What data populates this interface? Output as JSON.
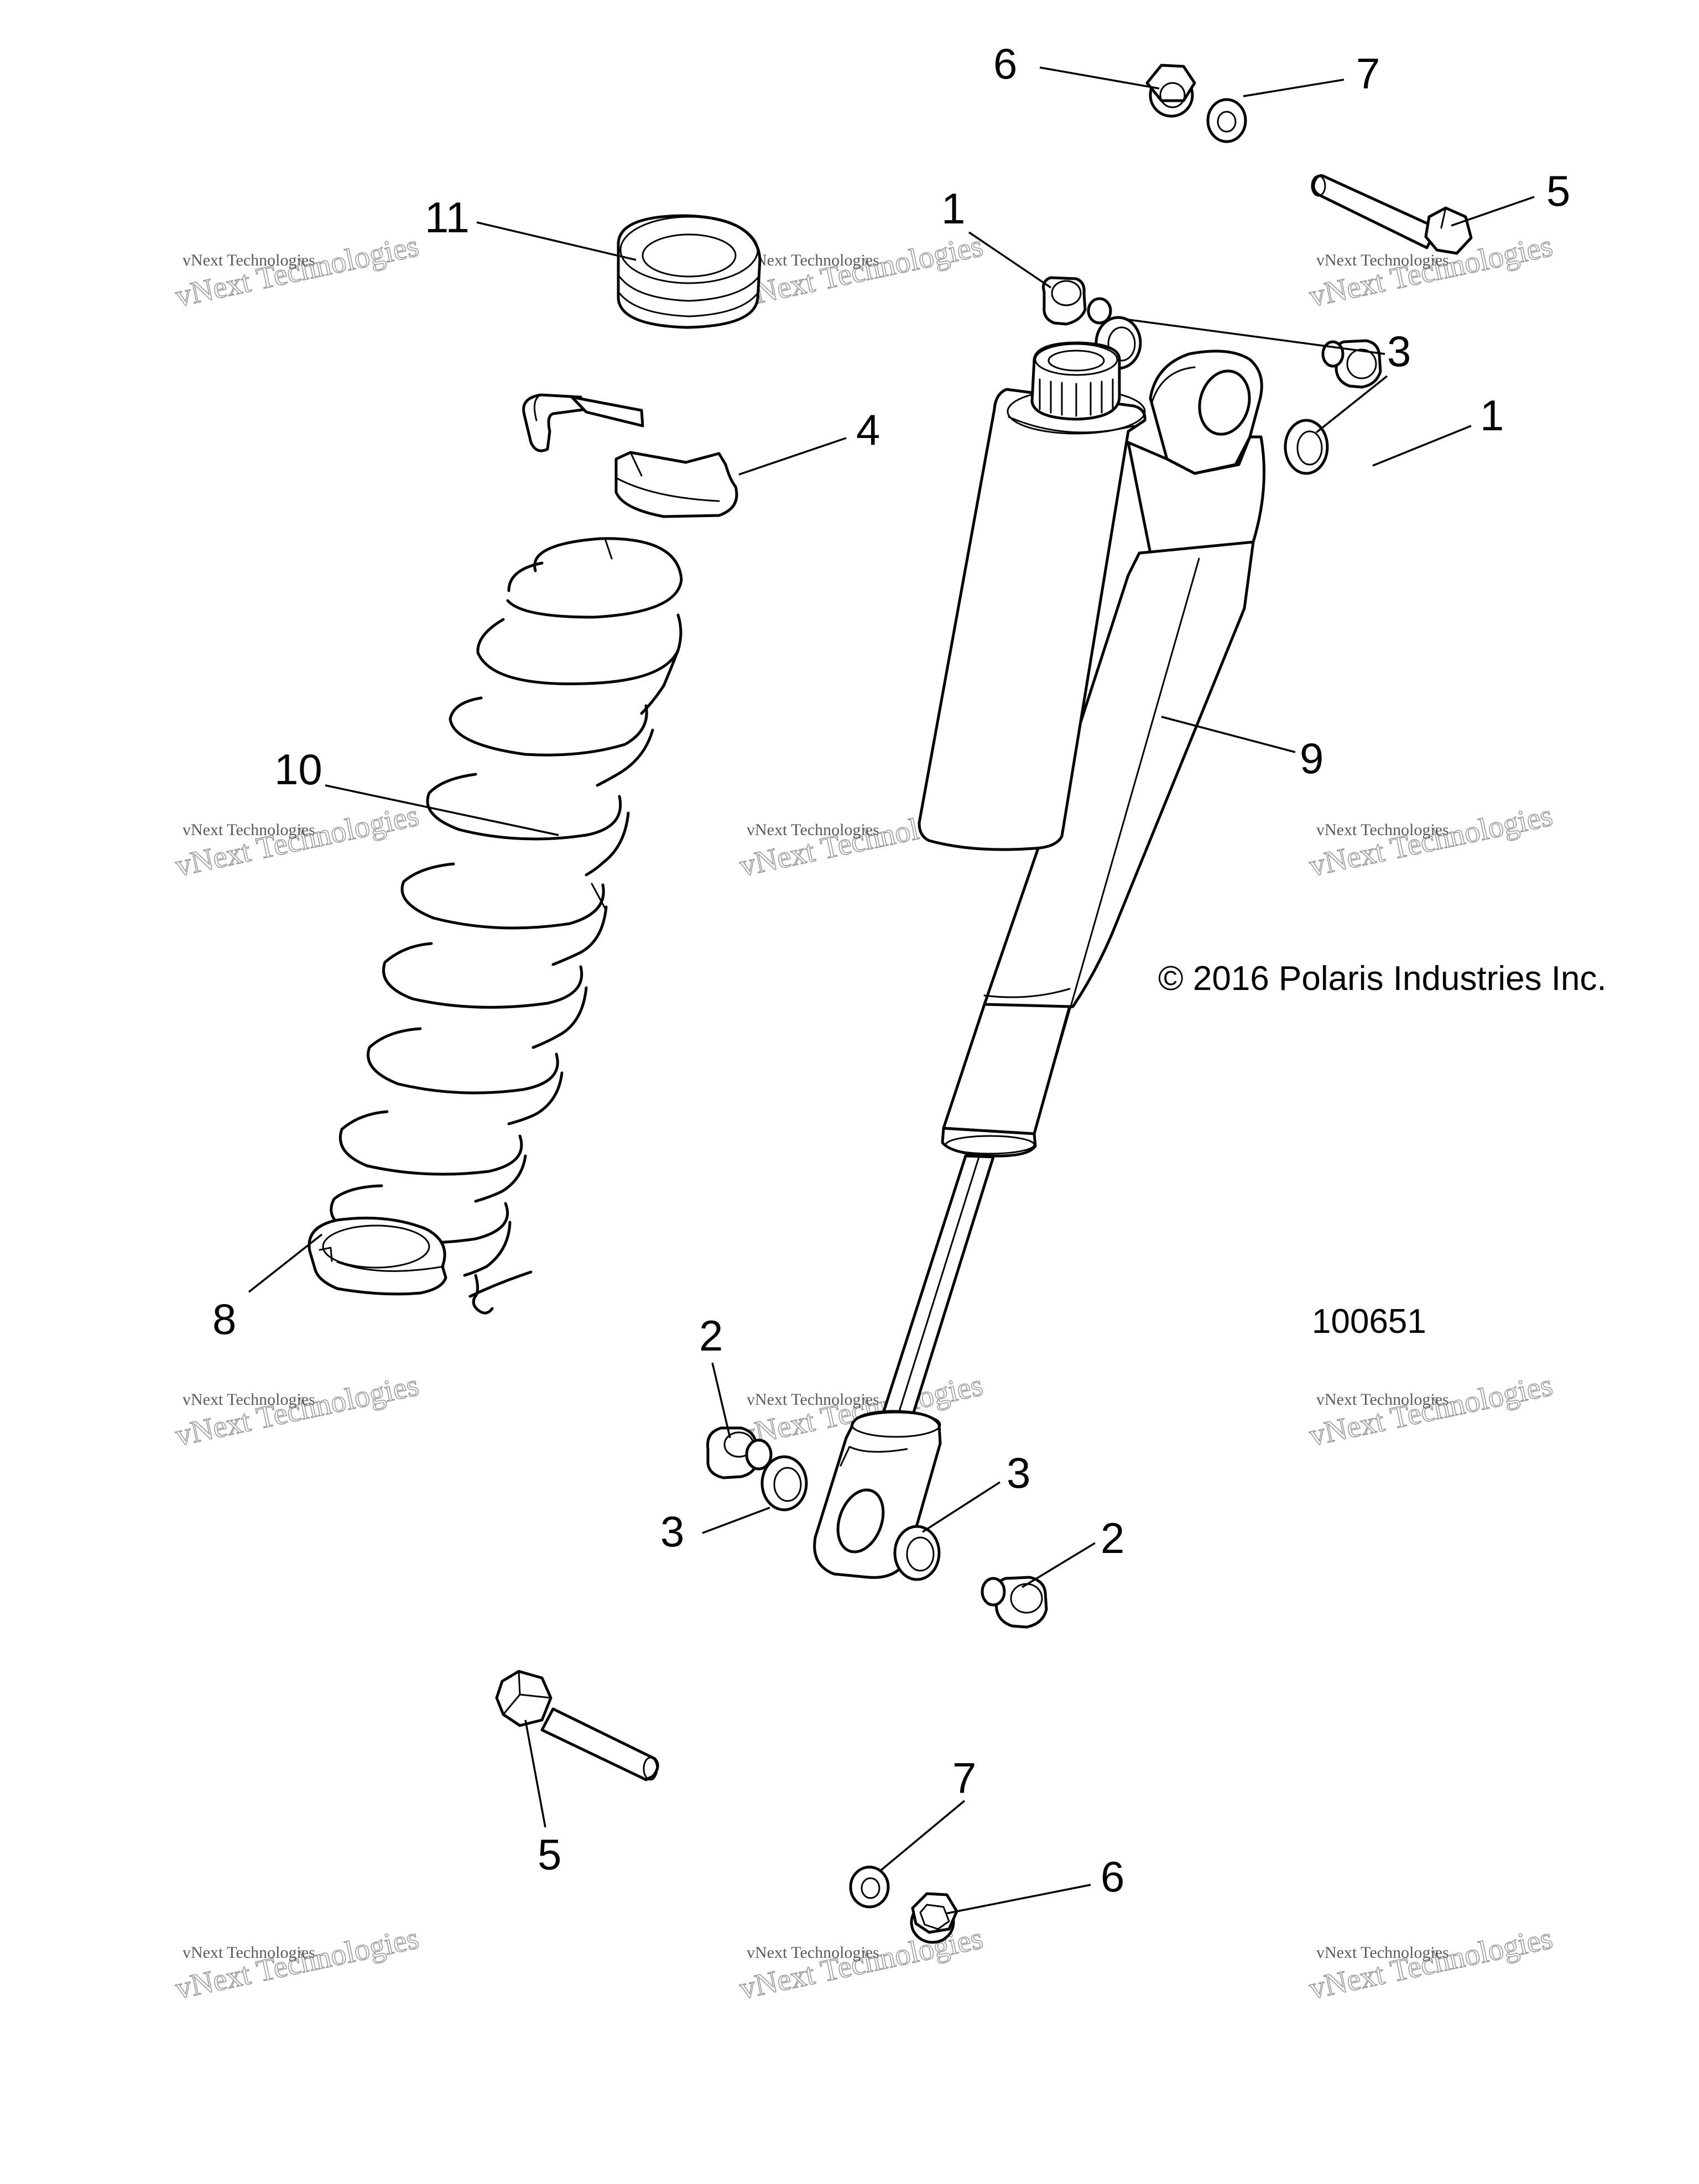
{
  "callouts": [
    {
      "id": "c6a",
      "label": "6"
    },
    {
      "id": "c7a",
      "label": "7"
    },
    {
      "id": "c11",
      "label": "11"
    },
    {
      "id": "c1a",
      "label": "1"
    },
    {
      "id": "c5a",
      "label": "5"
    },
    {
      "id": "c3a",
      "label": "3"
    },
    {
      "id": "c1b",
      "label": "1"
    },
    {
      "id": "c4",
      "label": "4"
    },
    {
      "id": "c9",
      "label": "9"
    },
    {
      "id": "c10",
      "label": "10"
    },
    {
      "id": "c8",
      "label": "8"
    },
    {
      "id": "c2a",
      "label": "2"
    },
    {
      "id": "c3b",
      "label": "3"
    },
    {
      "id": "c3c",
      "label": "3"
    },
    {
      "id": "c2b",
      "label": "2"
    },
    {
      "id": "c5b",
      "label": "5"
    },
    {
      "id": "c7b",
      "label": "7"
    },
    {
      "id": "c6b",
      "label": "6"
    }
  ],
  "copyright": "© 2016 Polaris Industries Inc.",
  "drawing_number": "100651",
  "watermark": {
    "line1": "vNext Technologies",
    "line2": "vNext Technologies"
  }
}
